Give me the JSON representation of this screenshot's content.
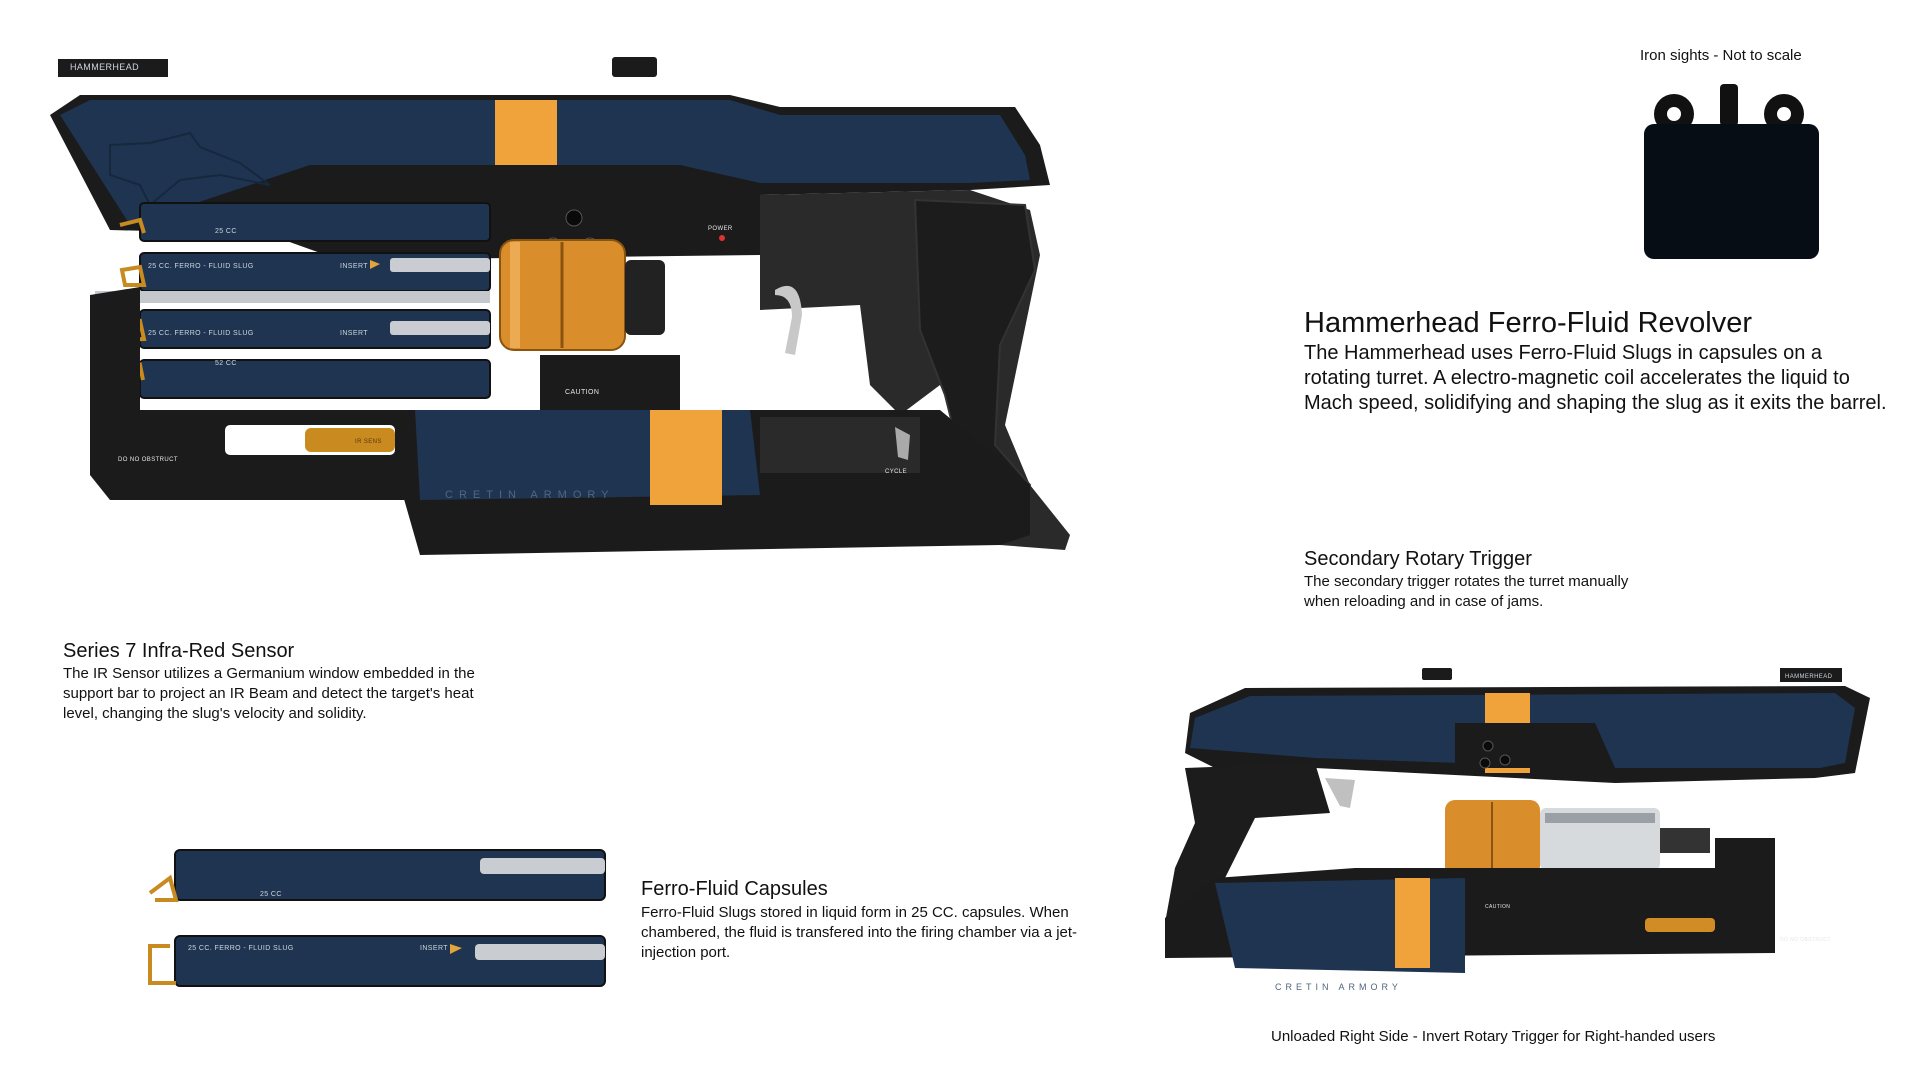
{
  "colors": {
    "navy": "#1e3450",
    "orange": "#f0a33a",
    "black": "#1b1b1b",
    "brass": "#c98a20",
    "white": "#ffffff"
  },
  "main": {
    "title": "Hammerhead Ferro-Fluid Revolver",
    "description": "The Hammerhead uses Ferro-Fluid Slugs in capsules on a rotating turret. A electro-magnetic coil accelerates the liquid to Mach speed, solidifying and shaping the slug as it exits the barrel."
  },
  "iron_sights": {
    "caption": "Iron sights - Not to scale"
  },
  "trigger": {
    "title": "Secondary Rotary Trigger",
    "description": "The secondary trigger rotates the turret manually when reloading and in case of jams."
  },
  "sensor": {
    "title": "Series 7 Infra-Red Sensor",
    "description": "The IR Sensor utilizes a Germanium window embedded in the support bar to project an IR Beam and detect the target's heat level, changing the slug's velocity and solidity."
  },
  "capsules": {
    "title": "Ferro-Fluid Capsules",
    "description": "Ferro-Fluid Slugs stored in liquid form in 25 CC. capsules. When chambered, the fluid is transfered into the firing chamber via a jet-injection port."
  },
  "right_side": {
    "caption": "Unloaded Right Side - Invert Rotary Trigger for Right-handed users"
  },
  "gun_labels": {
    "brand_plate": "HAMMERHEAD",
    "power": "POWER",
    "caution": "CAUTION",
    "do_not_obstruct": "DO NO OBSTRUCT",
    "cycle": "CYCLE",
    "armory": "CRETIN ARMORY",
    "capsule_25cc": "25 CC",
    "capsule_full": "25 CC. FERRO - FLUID SLUG",
    "insert": "INSERT",
    "capsule_52cc": "52 CC",
    "ir_label": "IR SENS"
  }
}
